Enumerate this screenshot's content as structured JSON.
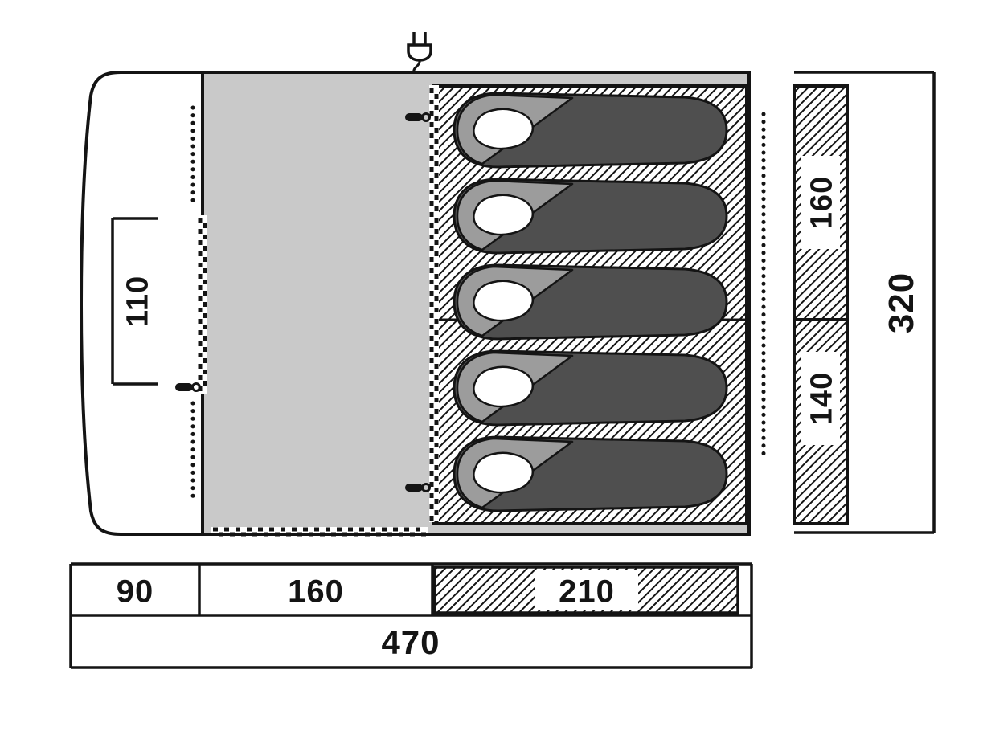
{
  "floorplan": {
    "door_width": "110",
    "front_depth": "90",
    "living_depth": "160",
    "sleeping_depth": "210",
    "total_depth": "470",
    "total_width": "320",
    "bedroom_top_width": "160",
    "bedroom_bottom_width": "140",
    "colors": {
      "outline": "#141414",
      "living_area_fill": "#c9c9c9",
      "sleeping_area_hatch": "#141414",
      "sleeping_bag_fill": "#4f4f4f",
      "sleeping_bag_hood_fill": "#9c9c9c",
      "pillow_fill": "#ffffff"
    },
    "icons": {
      "power": "power-plug-icon",
      "zipper_pull": "zipper-pull-icon",
      "seam": "seam-dots",
      "zipper": "zipper-teeth"
    }
  }
}
